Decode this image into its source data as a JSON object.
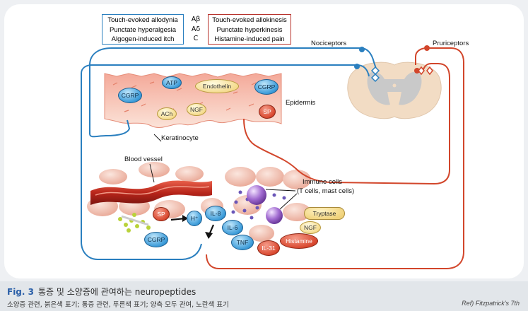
{
  "legend": {
    "blue": [
      "Touch-evoked allodynia",
      "Punctate hyperalgesia",
      "Algogen-induced itch"
    ],
    "fibers": [
      "Aβ",
      "Aδ",
      "C"
    ],
    "red": [
      "Touch-evoked allokinesis",
      "Punctate hyperkinesis",
      "Histamine-induced pain"
    ]
  },
  "labels": {
    "nociceptors": "Nociceptors",
    "pruriceptors": "Pruriceptors",
    "epidermis": "Epidermis",
    "keratinocyte": "Keratinocyte",
    "blood_vessel": "Blood vessel",
    "immune_cells_1": "Immune cells",
    "immune_cells_2": "(T cells, mast cells)"
  },
  "molecules": {
    "cgrp": "CGRP",
    "atp": "ATP",
    "endothelin": "Endothelin",
    "ach": "ACh",
    "ngf": "NGF",
    "sp": "SP",
    "h_plus": "H⁺",
    "il8": "IL-8",
    "il6": "IL-6",
    "tnf": "TNF",
    "tryptase": "Tryptase",
    "histamine": "Histamine",
    "il31": "IL-31"
  },
  "caption": {
    "fig": "Fig. 3",
    "title": "통증 및 소양증에 관여하는 neuropeptides",
    "subtitle": "소양증 관련, 붉은색 표기; 통증 관련, 푸른색 표기; 양측 모두 관여, 노란색 표기",
    "ref": "Ref) Fitzpatrick's 7th"
  },
  "colors": {
    "pain_pathway": "#2a7fbf",
    "itch_pathway": "#d2462b",
    "both": "#f0d27a"
  }
}
